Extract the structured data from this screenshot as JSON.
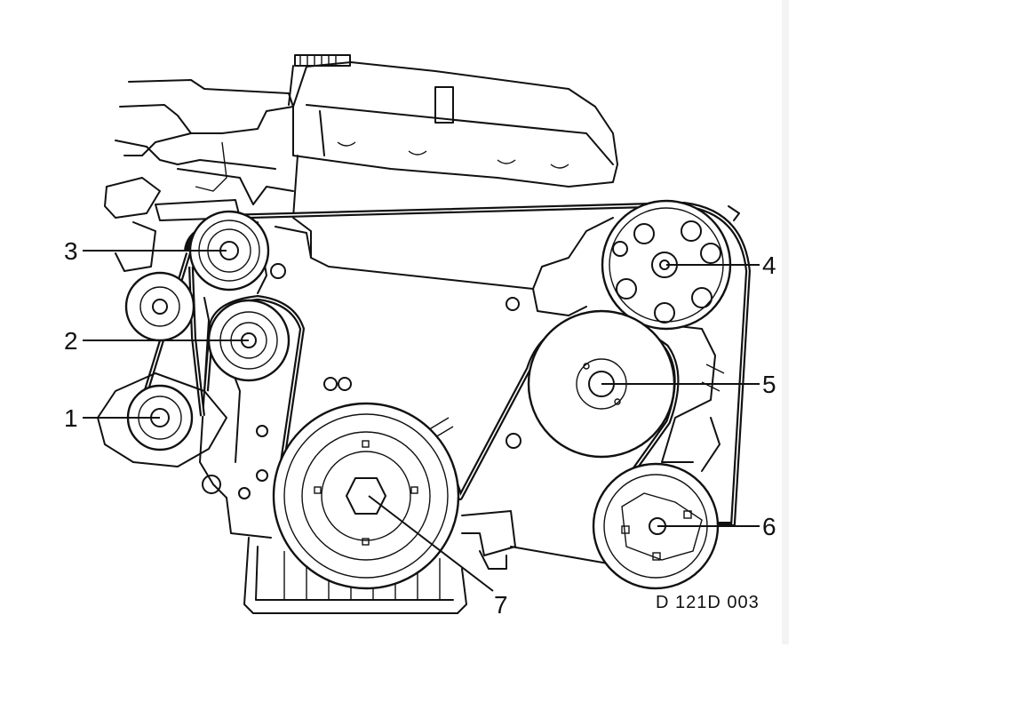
{
  "diagram": {
    "reference_code": "D 121D 003",
    "callouts": [
      {
        "id": "1",
        "label": "1"
      },
      {
        "id": "2",
        "label": "2"
      },
      {
        "id": "3",
        "label": "3"
      },
      {
        "id": "4",
        "label": "4"
      },
      {
        "id": "5",
        "label": "5"
      },
      {
        "id": "6",
        "label": "6"
      },
      {
        "id": "7",
        "label": "7"
      }
    ]
  },
  "colors": {
    "ink": "#111111",
    "background": "#ffffff",
    "gutter": "#f3f3f3"
  }
}
